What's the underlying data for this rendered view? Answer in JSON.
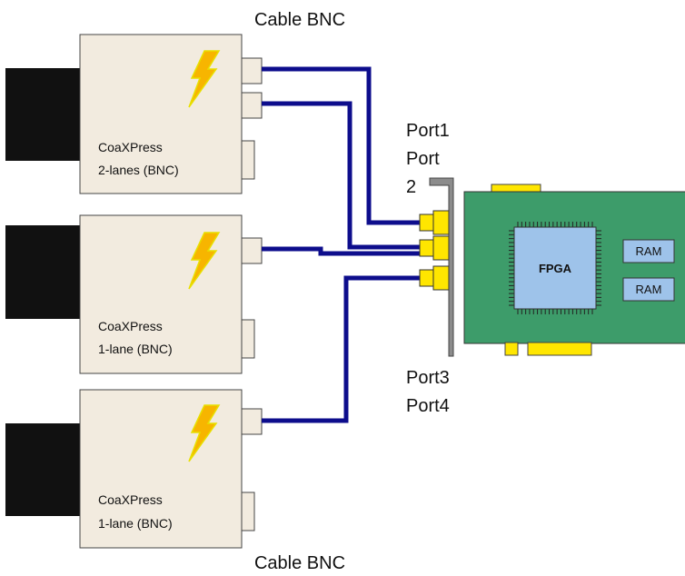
{
  "labels": {
    "cable_top": "Cable BNC",
    "cable_bottom": "Cable BNC",
    "port1": "Port1",
    "port2_line1": "Port",
    "port2_line2": "2",
    "port3": "Port3",
    "port4": "Port4"
  },
  "cameras": [
    {
      "line1": "CoaXPress",
      "line2": "2-lanes (BNC)"
    },
    {
      "line1": "CoaXPress",
      "line2": "1-lane (BNC)"
    },
    {
      "line1": "CoaXPress",
      "line2": "1-lane (BNC)"
    }
  ],
  "board": {
    "chip_label": "FPGA",
    "memory": [
      "RAM",
      "RAM"
    ]
  },
  "colors": {
    "camera_body": "#f2ebdf",
    "lens": "#111111",
    "lightning": "#f7b500",
    "connector": "#ffe600",
    "cable": "#0d0d8c",
    "pcb": "#3d9c6a",
    "chip": "#9ec3ea",
    "bracket": "#8c8c8c"
  },
  "icons": [
    "lightning-icon"
  ]
}
